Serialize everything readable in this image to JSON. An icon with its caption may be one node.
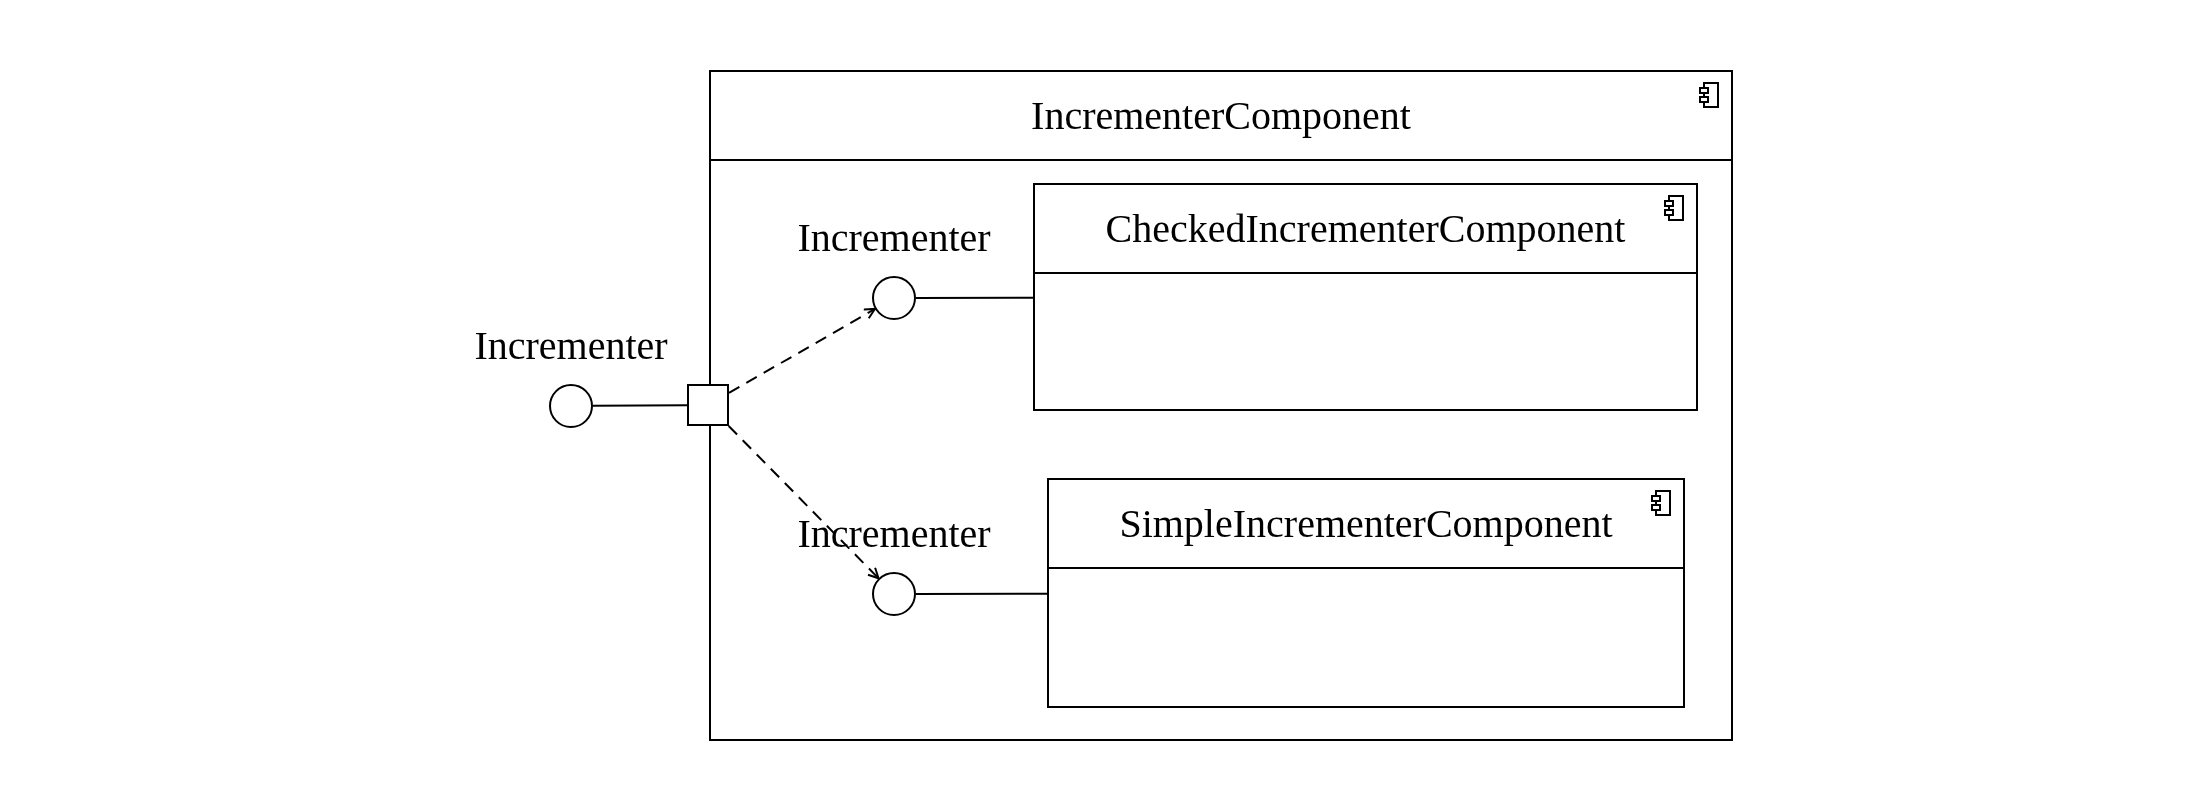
{
  "diagram": {
    "nodes": [
      {
        "text": [
          "IncrementerComponent"
        ]
      },
      {
        "text": [
          "CheckedIncrementerComponent"
        ],
        "in": 0
      },
      {
        "text": [
          "SimpleIncrementerComponent"
        ],
        "in": 0
      },
      {
        "text": [],
        "shape": "box"
      },
      {
        "text": [
          "Incrementer"
        ]
      },
      {
        "text": [
          "Incrementer"
        ],
        "in": 0
      },
      {
        "text": [
          "Incrementer"
        ],
        "in": 0
      }
    ],
    "edges": [
      {
        "from": 4,
        "to": 3,
        "arrow": "none"
      },
      {
        "from": 3,
        "to": 5,
        "arrow": "to",
        "style": "dashed"
      },
      {
        "from": 3,
        "to": 6,
        "arrow": "to",
        "style": "dashed"
      },
      {
        "from": 5,
        "to": 1,
        "arrow": "none"
      },
      {
        "from": 6,
        "to": 2,
        "arrow": "none"
      }
    ]
  }
}
